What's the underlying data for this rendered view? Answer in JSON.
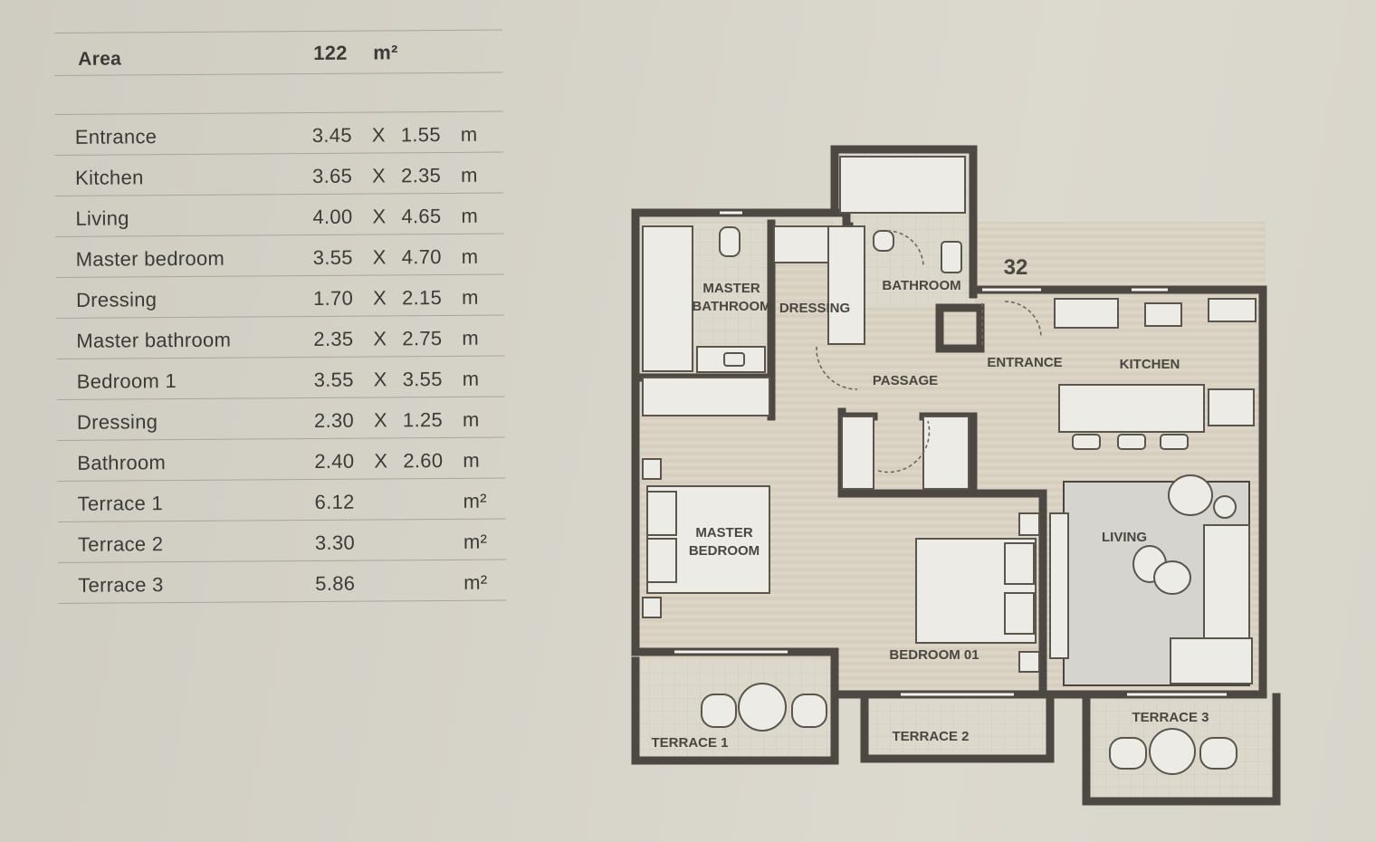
{
  "table": {
    "area": {
      "label": "Area",
      "value": "122",
      "unit": "m²"
    },
    "rooms": [
      {
        "label": "Entrance",
        "w": "3.45",
        "x": "X",
        "h": "1.55",
        "unit": "m"
      },
      {
        "label": "Kitchen",
        "w": "3.65",
        "x": "X",
        "h": "2.35",
        "unit": "m"
      },
      {
        "label": "Living",
        "w": "4.00",
        "x": "X",
        "h": "4.65",
        "unit": "m"
      },
      {
        "label": "Master bedroom",
        "w": "3.55",
        "x": "X",
        "h": "4.70",
        "unit": "m"
      },
      {
        "label": "Dressing",
        "w": "1.70",
        "x": "X",
        "h": "2.15",
        "unit": "m"
      },
      {
        "label": "Master bathroom",
        "w": "2.35",
        "x": "X",
        "h": "2.75",
        "unit": "m"
      },
      {
        "label": "Bedroom 1",
        "w": "3.55",
        "x": "X",
        "h": "3.55",
        "unit": "m"
      },
      {
        "label": "Dressing",
        "w": "2.30",
        "x": "X",
        "h": "1.25",
        "unit": "m"
      },
      {
        "label": "Bathroom",
        "w": "2.40",
        "x": "X",
        "h": "2.60",
        "unit": "m"
      },
      {
        "label": "Terrace 1",
        "w": "6.12",
        "x": "",
        "h": "",
        "unit": "m²"
      },
      {
        "label": "Terrace 2",
        "w": "3.30",
        "x": "",
        "h": "",
        "unit": "m²"
      },
      {
        "label": "Terrace 3",
        "w": "5.86",
        "x": "",
        "h": "",
        "unit": "m²"
      }
    ]
  },
  "plan": {
    "unit_number": "32",
    "labels": {
      "master_bathroom_1": "MASTER",
      "master_bathroom_2": "BATHROOM",
      "dressing": "DRESSING",
      "bathroom": "BATHROOM",
      "entrance": "ENTRANCE",
      "kitchen": "KITCHEN",
      "passage": "PASSAGE",
      "master_bedroom_1": "MASTER",
      "master_bedroom_2": "BEDROOM",
      "living": "LIVING",
      "bedroom01": "BEDROOM 01",
      "terrace1": "TERRACE 1",
      "terrace2": "TERRACE 2",
      "terrace3": "TERRACE 3"
    }
  }
}
